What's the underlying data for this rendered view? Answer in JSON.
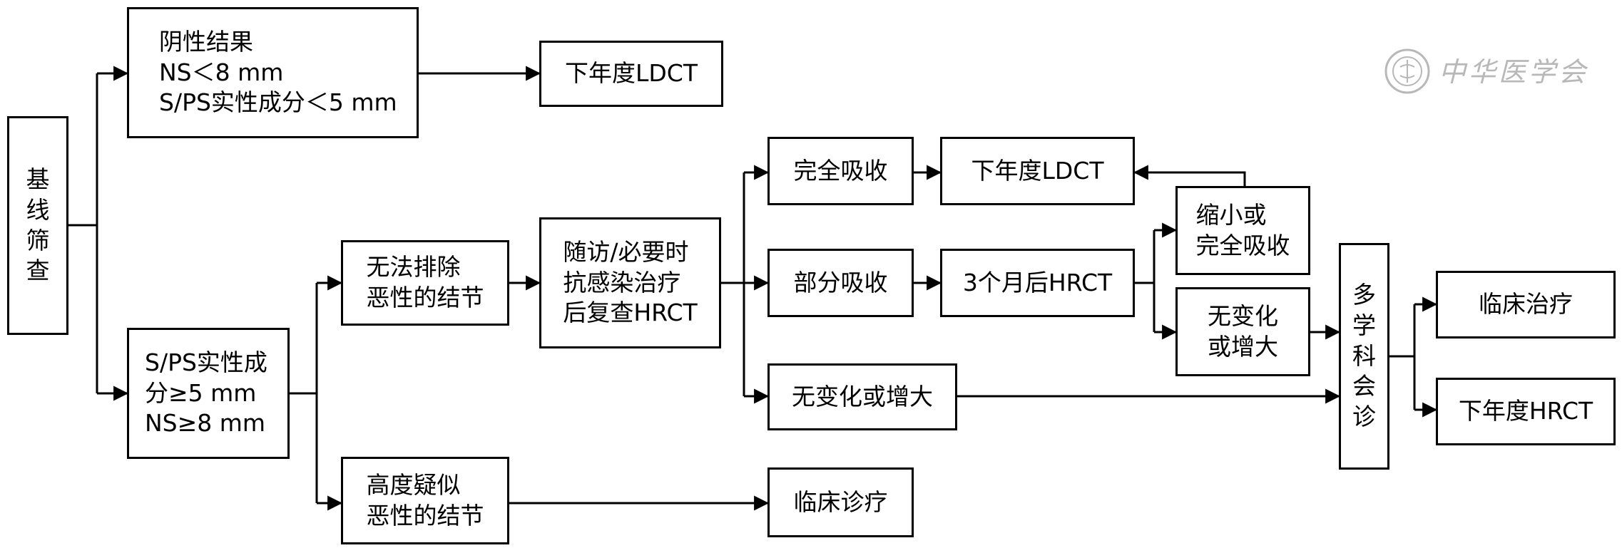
{
  "nodes": {
    "baseline": [
      "基",
      "线",
      "筛",
      "查"
    ],
    "negative": [
      "阴性结果",
      "NS＜8 mm",
      "S/PS实性成分＜5 mm"
    ],
    "ldct_top": [
      "下年度LDCT"
    ],
    "suspicious": [
      "S/PS实性成",
      "分≥5 mm",
      "NS≥8 mm"
    ],
    "cannot_exclude": [
      "无法排除",
      "恶性的结节"
    ],
    "highly_suspect": [
      "高度疑似",
      "恶性的结节"
    ],
    "followup": [
      "随访/必要时",
      "抗感染治疗",
      "后复查HRCT"
    ],
    "complete_absorb": [
      "完全吸收"
    ],
    "ldct_mid": [
      "下年度LDCT"
    ],
    "partial_absorb": [
      "部分吸收"
    ],
    "hrct_3m": [
      "3个月后HRCT"
    ],
    "shrink": [
      "缩小或",
      "完全吸收"
    ],
    "nochange_small": [
      "无变化",
      "或增大"
    ],
    "nochange_long": [
      "无变化或增大"
    ],
    "clinical_diag": [
      "临床诊疗"
    ],
    "mdt": [
      "多",
      "学",
      "科",
      "会",
      "诊"
    ],
    "clinical_treat": [
      "临床治疗"
    ],
    "hrct_next": [
      "下年度HRCT"
    ]
  },
  "watermark": {
    "text": "中华医学会",
    "emblem": "cma-emblem-icon"
  },
  "colors": {
    "stroke": "#000000",
    "background": "#ffffff",
    "watermark": "#b8b8b8"
  }
}
